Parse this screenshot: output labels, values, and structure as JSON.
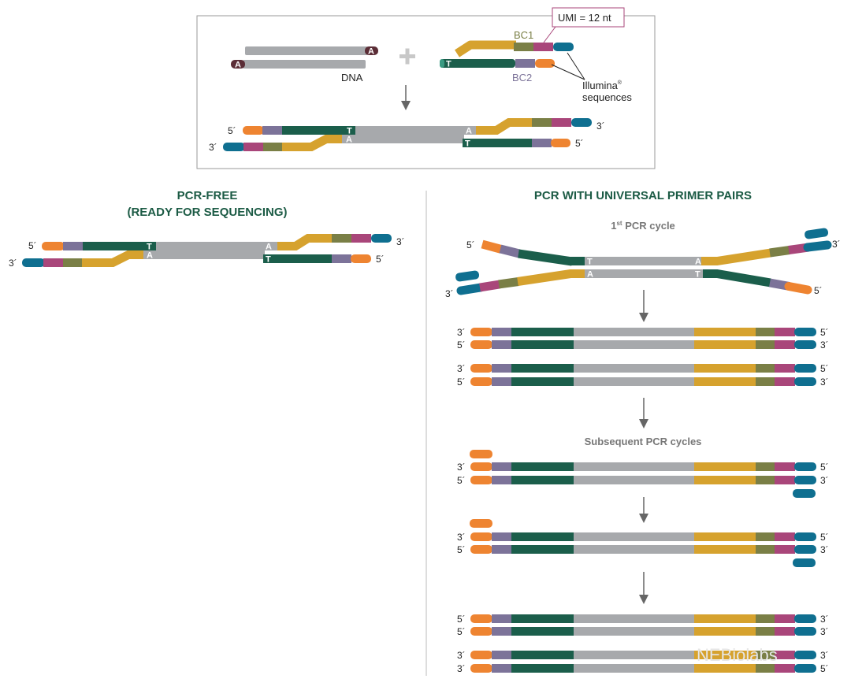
{
  "colors": {
    "gray": "#a7a9ac",
    "green": "#1b5e4b",
    "gold": "#d6a22e",
    "olive": "#7a7f46",
    "magenta": "#a9467a",
    "teal": "#0f6f90",
    "orange": "#ee8431",
    "lavender": "#7c7399",
    "adapter_end": "#5b2d36",
    "heading": "#1c5b45",
    "umi_border": "#a9467a"
  },
  "top": {
    "dna_label": "DNA",
    "bc1_label": "BC1",
    "bc2_label": "BC2",
    "umi_label": "UMI = 12 nt",
    "illumina_label": "Illumina",
    "illumina_reg": "®",
    "sequences_label": "sequences",
    "plus": "+",
    "base_a": "A",
    "base_t": "T"
  },
  "ends": {
    "five": "5´",
    "three": "3´"
  },
  "pcr_free": {
    "title_line1": "PCR-FREE",
    "title_line2": "(READY FOR SEQUENCING)"
  },
  "pcr": {
    "title": "PCR WITH UNIVERSAL PRIMER PAIRS",
    "cycle1_num": "1",
    "cycle1_sup": "st",
    "cycle1_text": " PCR cycle",
    "subsequent": "Subsequent PCR cycles"
  },
  "watermark": "NEBiolabs"
}
